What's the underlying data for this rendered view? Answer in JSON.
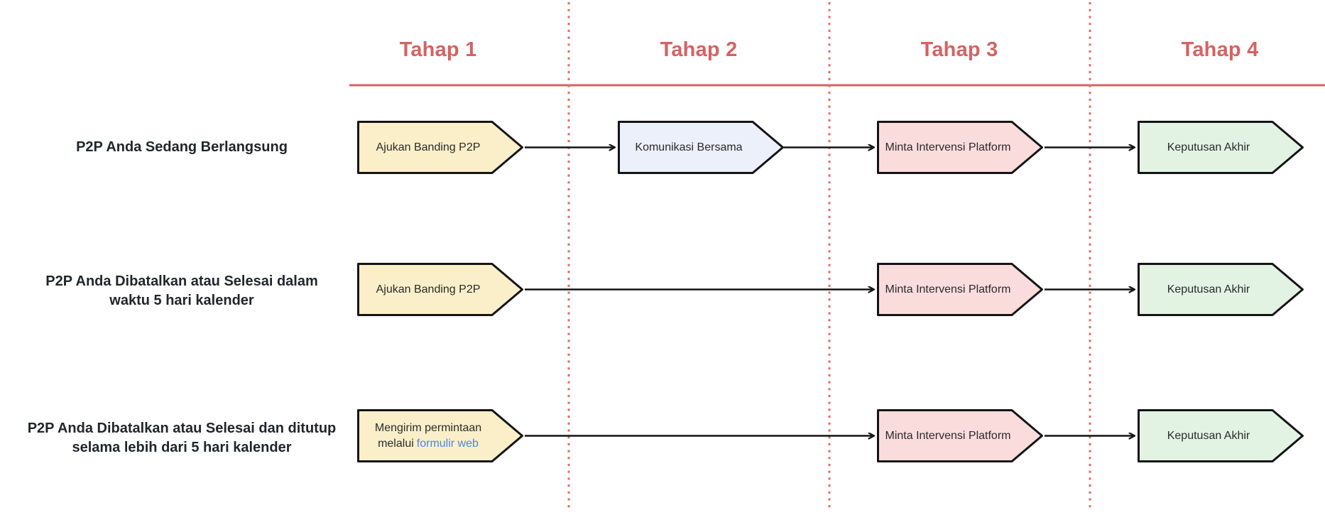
{
  "diagram": {
    "stage_headers": [
      {
        "label": "Tahap 1"
      },
      {
        "label": "Tahap 2"
      },
      {
        "label": "Tahap 3"
      },
      {
        "label": "Tahap 4"
      }
    ]
  },
  "rows": [
    {
      "label_lines": [
        "P2P Anda Sedang Berlangsung"
      ],
      "steps": [
        {
          "label": "Ajukan Banding P2P",
          "fill": "#fbefc9"
        },
        {
          "label": "Komunikasi Bersama",
          "fill": "#ebf0fa"
        },
        {
          "label": "Minta Intervensi Platform",
          "fill": "#fbdcdc"
        },
        {
          "label": "Keputusan Akhir",
          "fill": "#e2f3e3"
        }
      ]
    },
    {
      "label_lines": [
        "P2P Anda Dibatalkan atau Selesai dalam",
        "waktu 5 hari kalender"
      ],
      "steps": [
        {
          "label": "Ajukan Banding P2P",
          "fill": "#fbefc9"
        },
        {
          "label": "Minta Intervensi Platform",
          "fill": "#fbdcdc"
        },
        {
          "label": "Keputusan Akhir",
          "fill": "#e2f3e3"
        }
      ]
    },
    {
      "label_lines": [
        "P2P Anda Dibatalkan atau Selesai dan ditutup",
        "selama lebih dari 5 hari kalender"
      ],
      "steps": [
        {
          "label_line1": "Mengirim permintaan",
          "label_line2_prefix": "melalui",
          "label_line2_link": "formulir web",
          "fill": "#fbefc9"
        },
        {
          "label": "Minta Intervensi Platform",
          "fill": "#fbdcdc"
        },
        {
          "label": "Keputusan Akhir",
          "fill": "#e2f3e3"
        }
      ]
    }
  ],
  "colors": {
    "stage_header_text": "#d66262",
    "stage_line": "#d96161",
    "dotted_line": "#e06c6c",
    "arrow": "#141414",
    "box_border": "#141414",
    "row_label_text": "#21262d",
    "link": "#4a86e8"
  }
}
